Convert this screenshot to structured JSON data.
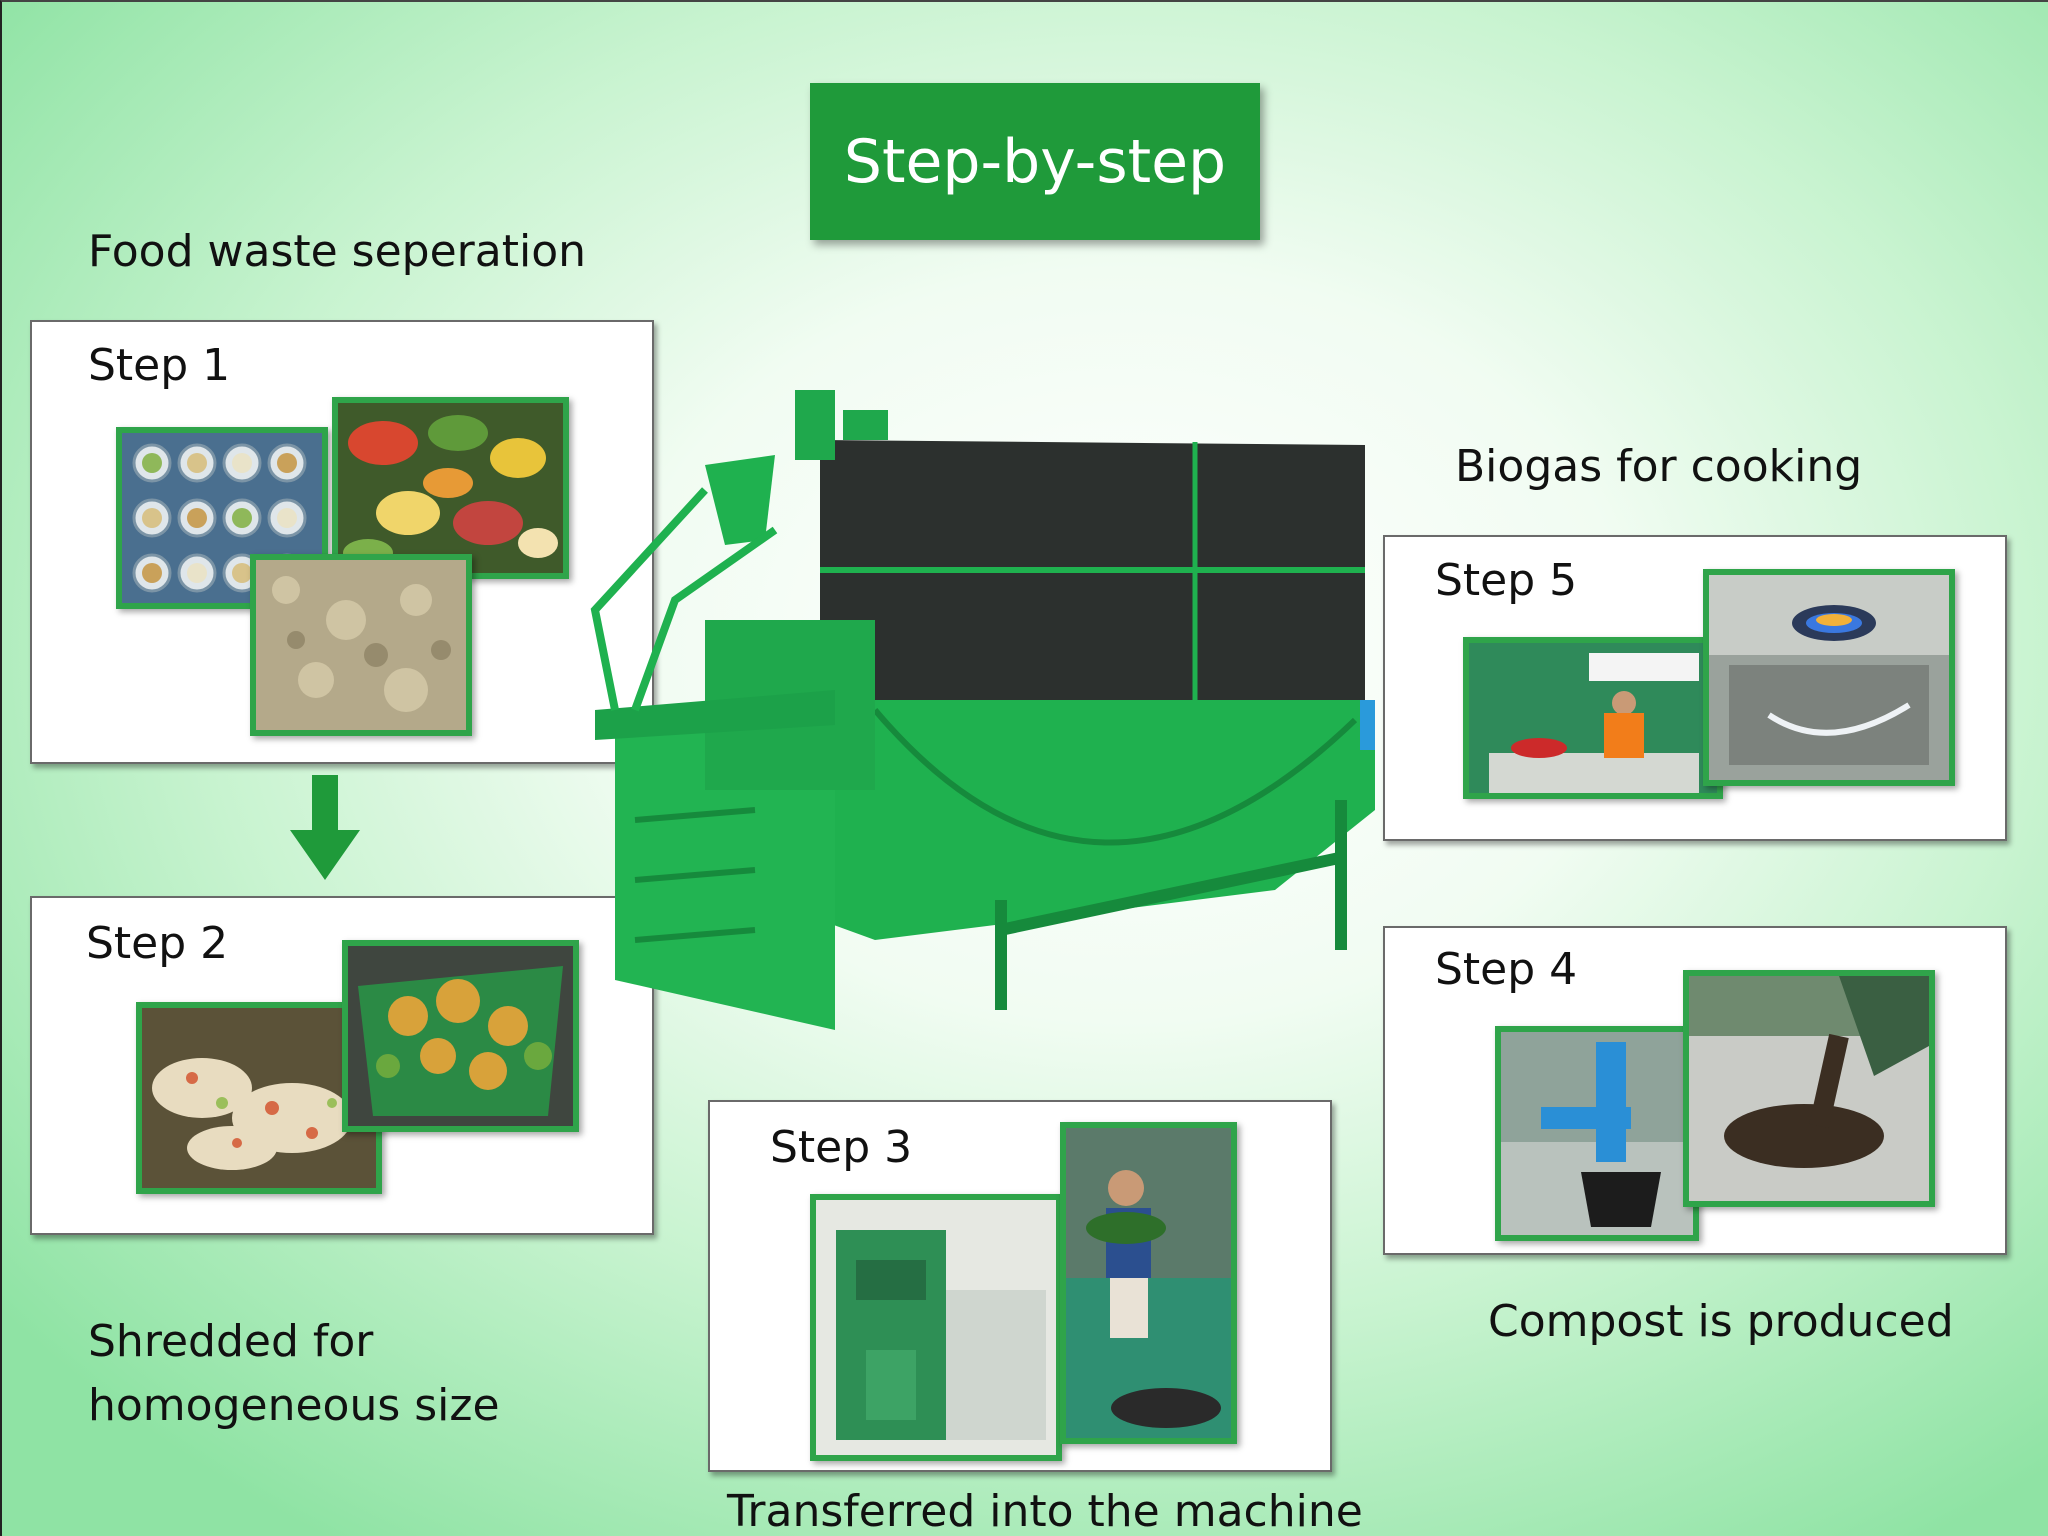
{
  "title": "Step-by-step",
  "captions": {
    "step1": "Food waste seperation",
    "step2": "Shredded for homogeneous size",
    "step2_line1": "Shredded for",
    "step2_line2": "homogeneous size",
    "step3": "Transferred into the machine",
    "step4": "Compost is produced",
    "step5": "Biogas for cooking"
  },
  "steps": {
    "step1": "Step 1",
    "step2": "Step 2",
    "step3": "Step 3",
    "step4": "Step 4",
    "step5": "Step 5"
  },
  "colors": {
    "title_bg": "#1f9a3a",
    "photo_border": "#2fa44a",
    "machine_green": "#1fb14f",
    "machine_dark": "#2c302e"
  },
  "icons": {
    "flow_arrow": "arrow-down-icon"
  }
}
